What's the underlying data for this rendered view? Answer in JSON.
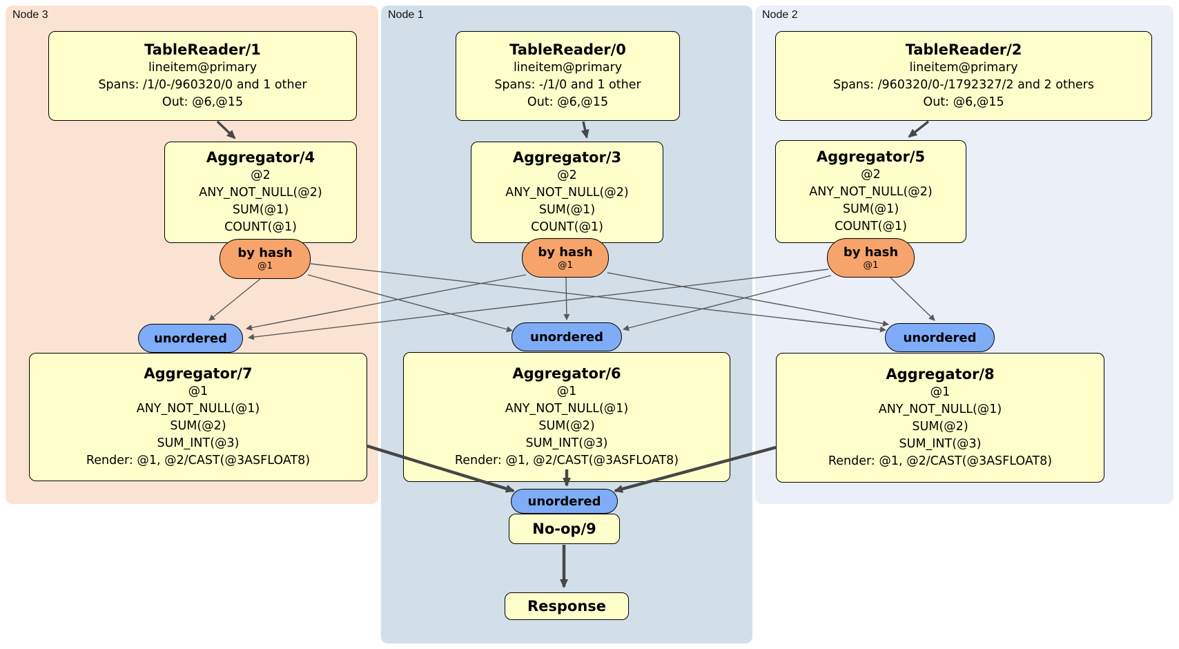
{
  "diagram": {
    "regions": [
      {
        "label": "Node 3"
      },
      {
        "label": "Node 1"
      },
      {
        "label": "Node 2"
      }
    ],
    "processors": {
      "tablereader1": {
        "title": "TableReader/1",
        "lines": [
          "lineitem@primary",
          "Spans: /1/0-/960320/0 and 1 other",
          "Out: @6,@15"
        ]
      },
      "tablereader0": {
        "title": "TableReader/0",
        "lines": [
          "lineitem@primary",
          "Spans: -/1/0 and 1 other",
          "Out: @6,@15"
        ]
      },
      "tablereader2": {
        "title": "TableReader/2",
        "lines": [
          "lineitem@primary",
          "Spans: /960320/0-/1792327/2 and 2 others",
          "Out: @6,@15"
        ]
      },
      "aggregator4": {
        "title": "Aggregator/4",
        "lines": [
          "@2",
          "ANY_NOT_NULL(@2)",
          "SUM(@1)",
          "COUNT(@1)"
        ]
      },
      "aggregator3": {
        "title": "Aggregator/3",
        "lines": [
          "@2",
          "ANY_NOT_NULL(@2)",
          "SUM(@1)",
          "COUNT(@1)"
        ]
      },
      "aggregator5": {
        "title": "Aggregator/5",
        "lines": [
          "@2",
          "ANY_NOT_NULL(@2)",
          "SUM(@1)",
          "COUNT(@1)"
        ]
      },
      "aggregator7": {
        "title": "Aggregator/7",
        "lines": [
          "@1",
          "ANY_NOT_NULL(@1)",
          "SUM(@2)",
          "SUM_INT(@3)",
          "Render: @1, @2/CAST(@3ASFLOAT8)"
        ]
      },
      "aggregator6": {
        "title": "Aggregator/6",
        "lines": [
          "@1",
          "ANY_NOT_NULL(@1)",
          "SUM(@2)",
          "SUM_INT(@3)",
          "Render: @1, @2/CAST(@3ASFLOAT8)"
        ]
      },
      "aggregator8": {
        "title": "Aggregator/8",
        "lines": [
          "@1",
          "ANY_NOT_NULL(@1)",
          "SUM(@2)",
          "SUM_INT(@3)",
          "Render: @1, @2/CAST(@3ASFLOAT8)"
        ]
      },
      "noop9": {
        "title": "No-op/9"
      },
      "response": {
        "title": "Response"
      }
    },
    "routers": [
      {
        "label": "by hash",
        "detail": "@1"
      },
      {
        "label": "by hash",
        "detail": "@1"
      },
      {
        "label": "by hash",
        "detail": "@1"
      }
    ],
    "synchronizers": [
      {
        "label": "unordered"
      },
      {
        "label": "unordered"
      },
      {
        "label": "unordered"
      },
      {
        "label": "unordered"
      }
    ],
    "colors": {
      "processor_fill": "#ffffcc",
      "processor_border": "#000000",
      "router_fill": "#f6a46b",
      "sync_fill": "#7eacf6",
      "region_node3_fill": "#fbe3d3",
      "region_node1_fill": "#d2dfe9",
      "region_node2_fill": "#ebeff8",
      "edge_thin": "#585858",
      "edge_thick": "#474747"
    }
  }
}
